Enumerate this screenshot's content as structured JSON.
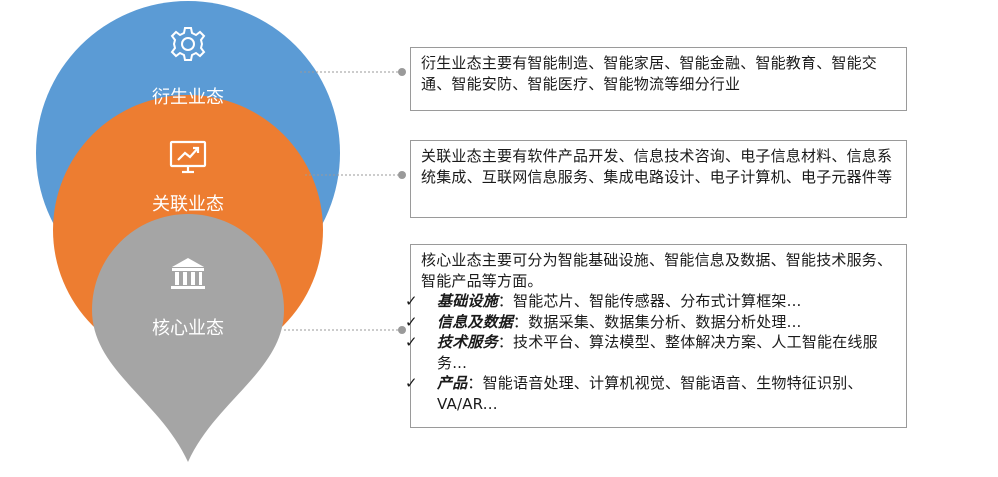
{
  "layers": [
    {
      "name": "衍生业态",
      "icon": "gear-icon",
      "color": "#5b9bd5"
    },
    {
      "name": "关联业态",
      "icon": "presentation-chart-icon",
      "color": "#ed7d31"
    },
    {
      "name": "核心业态",
      "icon": "institution-building-icon",
      "color": "#a5a5a5"
    }
  ],
  "descriptions": {
    "derived": "衍生业态主要有智能制造、智能家居、智能金融、智能教育、智能交通、智能安防、智能医疗、智能物流等细分行业",
    "related": "关联业态主要有软件产品开发、信息技术咨询、电子信息材料、信息系统集成、互联网信息服务、集成电路设计、电子计算机、电子元器件等",
    "core": {
      "intro": "核心业态主要可分为智能基础设施、智能信息及数据、智能技术服务、智能产品等方面。",
      "items": [
        {
          "check": "✓",
          "term": "基础设施",
          "sep": "：",
          "detail": "智能芯片、智能传感器、分布式计算框架..."
        },
        {
          "check": "✓",
          "term": "信息及数据",
          "sep": "：",
          "detail": "数据采集、数据集分析、数据分析处理..."
        },
        {
          "check": "✓",
          "term": "技术服务",
          "sep": "：",
          "detail": "技术平台、算法模型、整体解决方案、人工智能在线服务..."
        },
        {
          "check": "✓",
          "term": "产品",
          "sep": "：",
          "detail": "智能语音处理、计算机视觉、智能语音、生物特征识别、VA/AR..."
        }
      ]
    }
  },
  "colors": {
    "connector": "#9a9a9a",
    "icon_stroke": "#ffffff"
  }
}
